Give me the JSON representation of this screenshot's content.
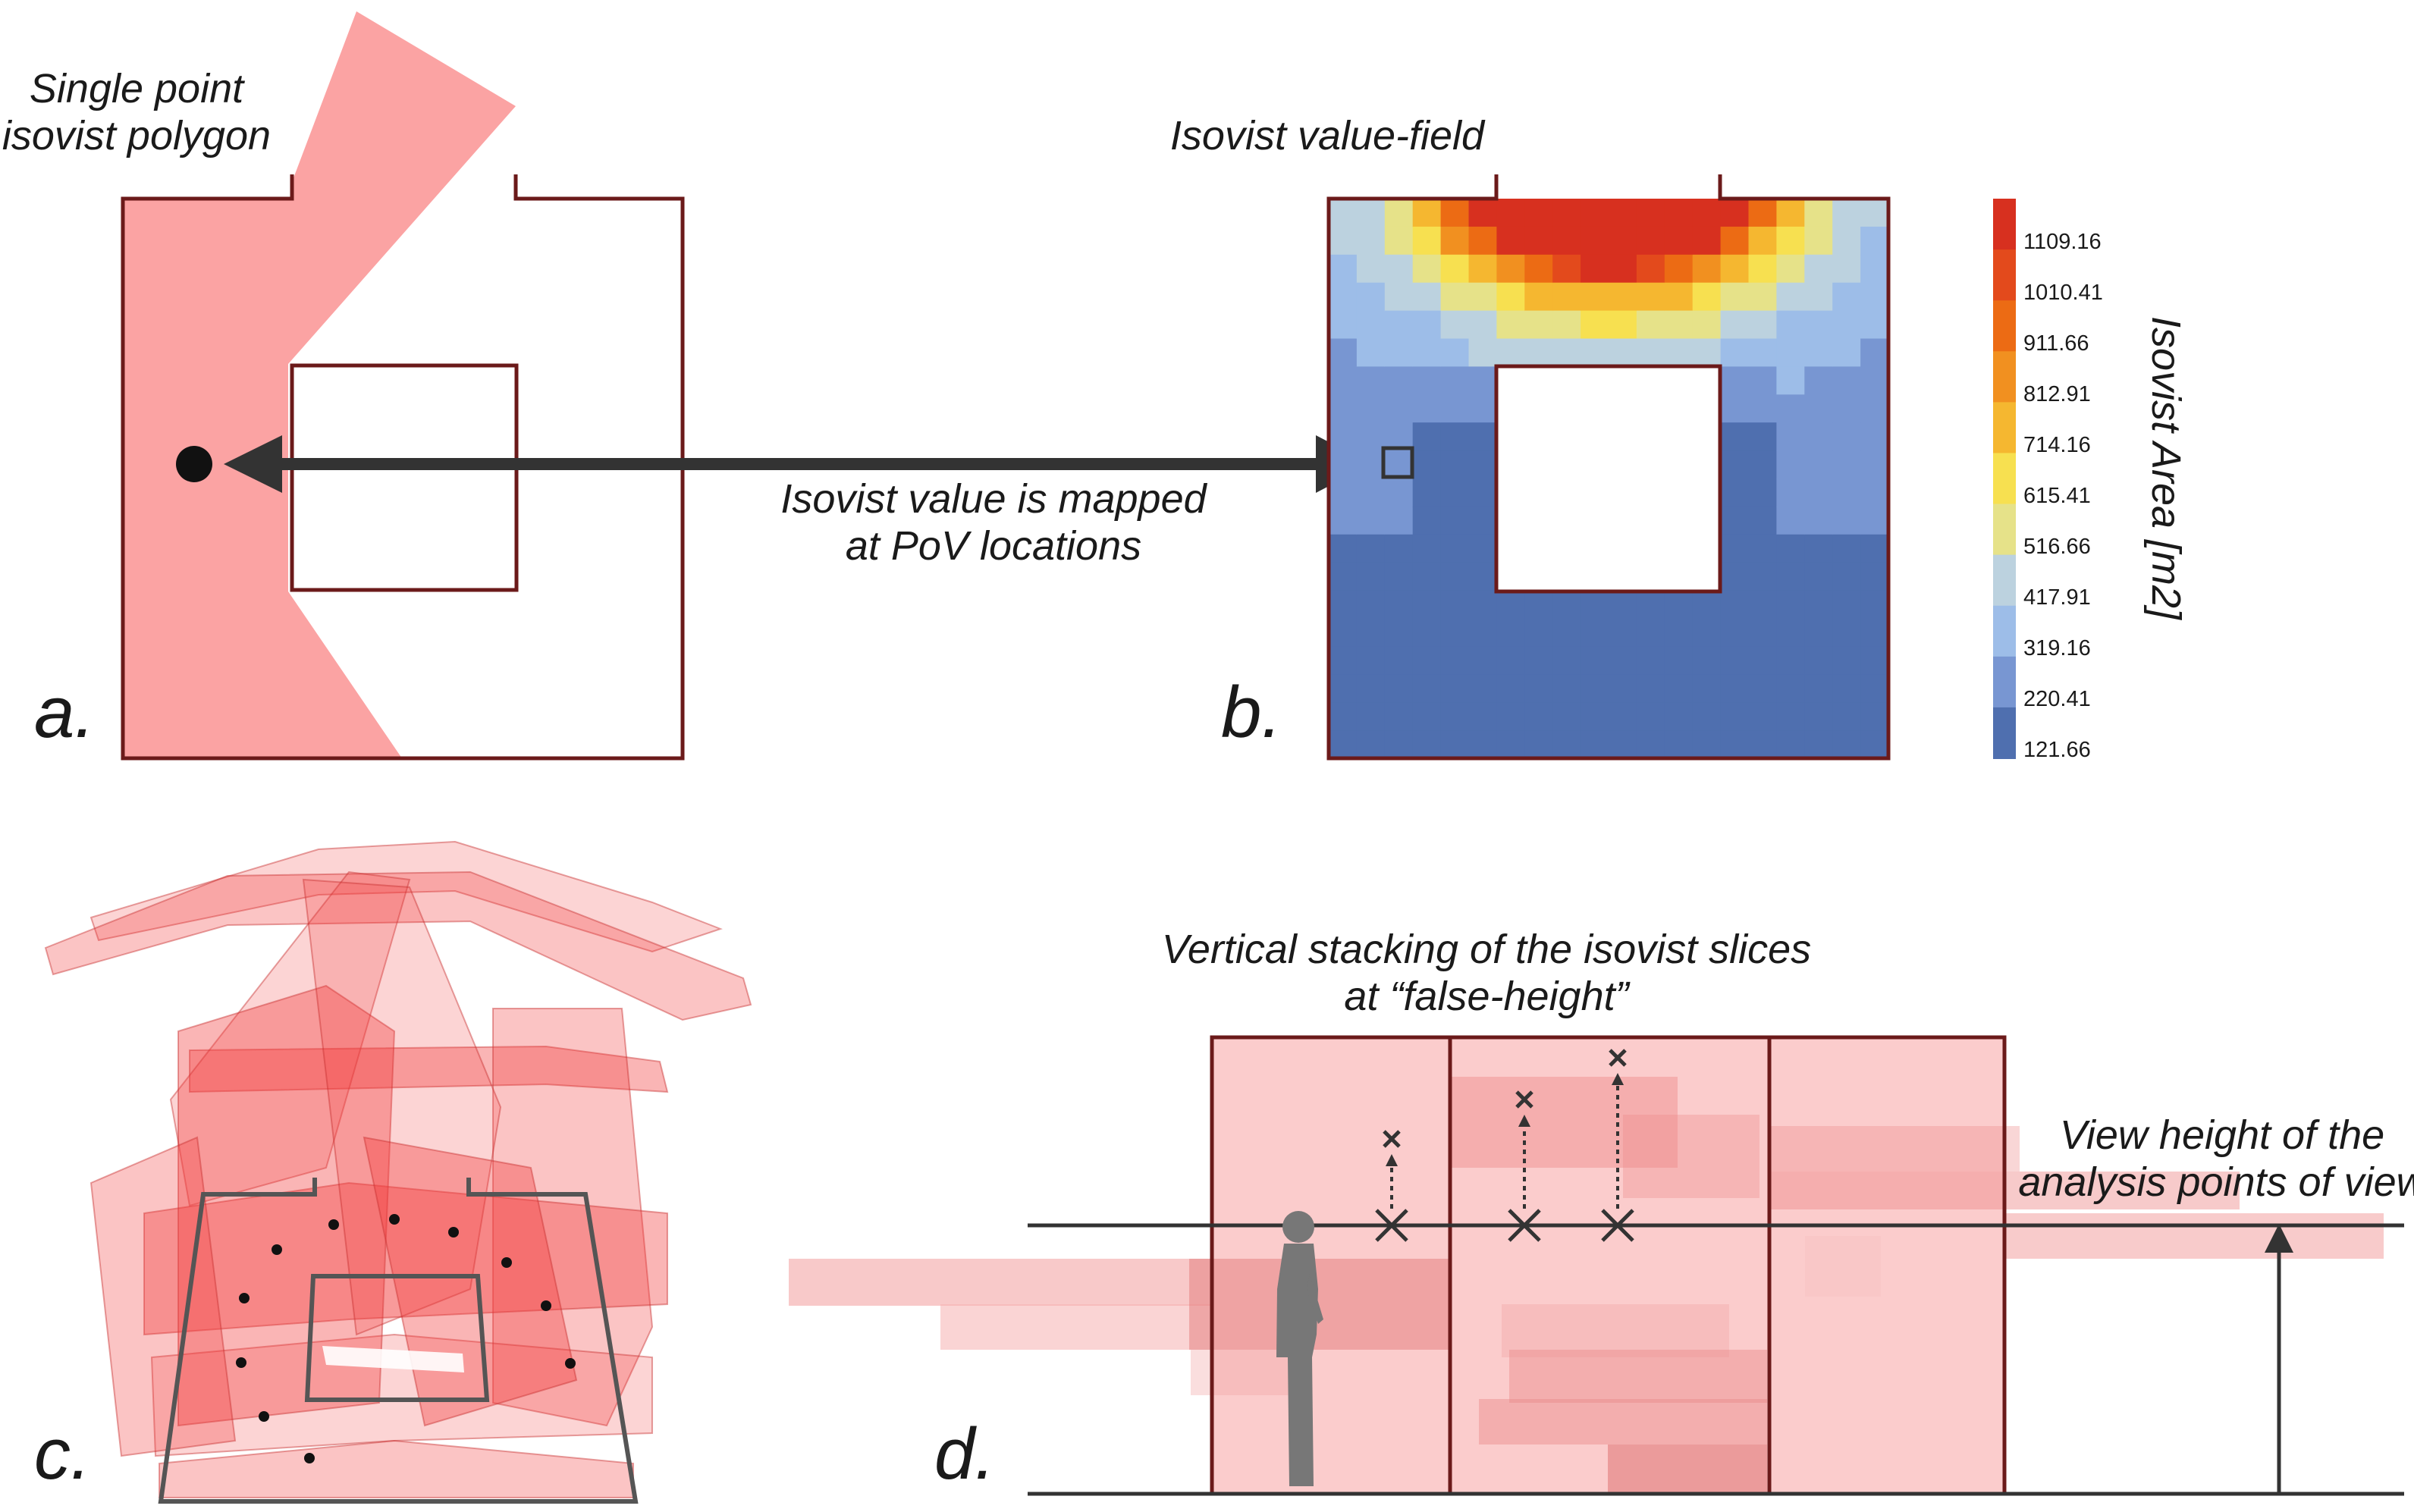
{
  "panel_a": {
    "letter": "a.",
    "title_line1": "Single point",
    "title_line2": "isovist polygon"
  },
  "panel_b": {
    "letter": "b.",
    "title": "Isovist value-field",
    "colorbar_title": "Isovist Area [m2]",
    "colorbar_ticks": [
      "1109.16",
      "1010.41",
      "911.66",
      "812.91",
      "714.16",
      "615.41",
      "516.66",
      "417.91",
      "319.16",
      "220.41",
      "121.66"
    ],
    "colorbar_colors": [
      "#d7301f",
      "#e34a1c",
      "#ec6b14",
      "#f19020",
      "#f5b730",
      "#f7e050",
      "#e6e289",
      "#bcd2df",
      "#9dbde8",
      "#7896d2",
      "#4f6faf"
    ]
  },
  "arrow_caption_line1": "Isovist value is mapped",
  "arrow_caption_line2": "at PoV locations",
  "panel_c": {
    "letter": "c."
  },
  "panel_d": {
    "letter": "d.",
    "title_line1": "Vertical stacking of the isovist slices",
    "title_line2": "at “false-height”",
    "view_height_line1": "View height of the",
    "view_height_line2": "analysis points of view"
  },
  "colors": {
    "wall": "#6b1a1a",
    "isovist_fill": "#fba3a3",
    "arrow": "#333333"
  }
}
